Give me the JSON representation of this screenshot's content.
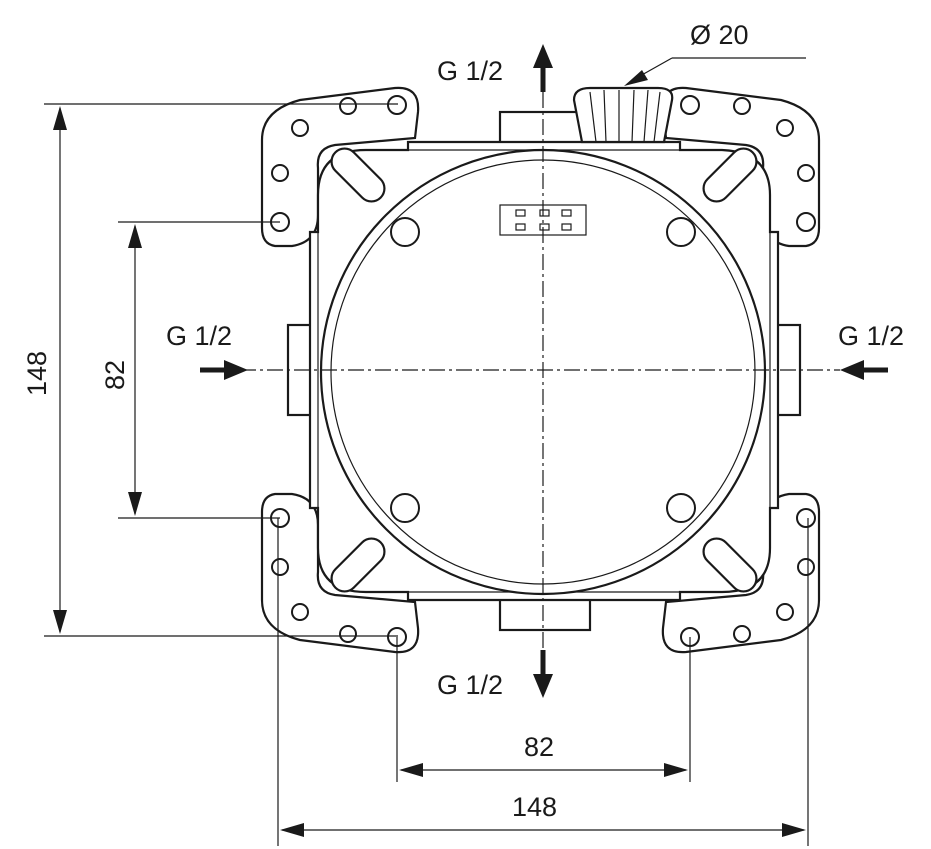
{
  "labels": {
    "inlet_top": "G 1/2",
    "inlet_left": "G 1/2",
    "inlet_right": "G 1/2",
    "outlet_bottom": "G 1/2",
    "cap_diameter": "Ø 20"
  },
  "dimensions": {
    "overall_height": "148",
    "inner_height": "82",
    "inner_width": "82",
    "overall_width": "148"
  },
  "colors": {
    "line": "#1a1a1a",
    "background": "#ffffff"
  }
}
